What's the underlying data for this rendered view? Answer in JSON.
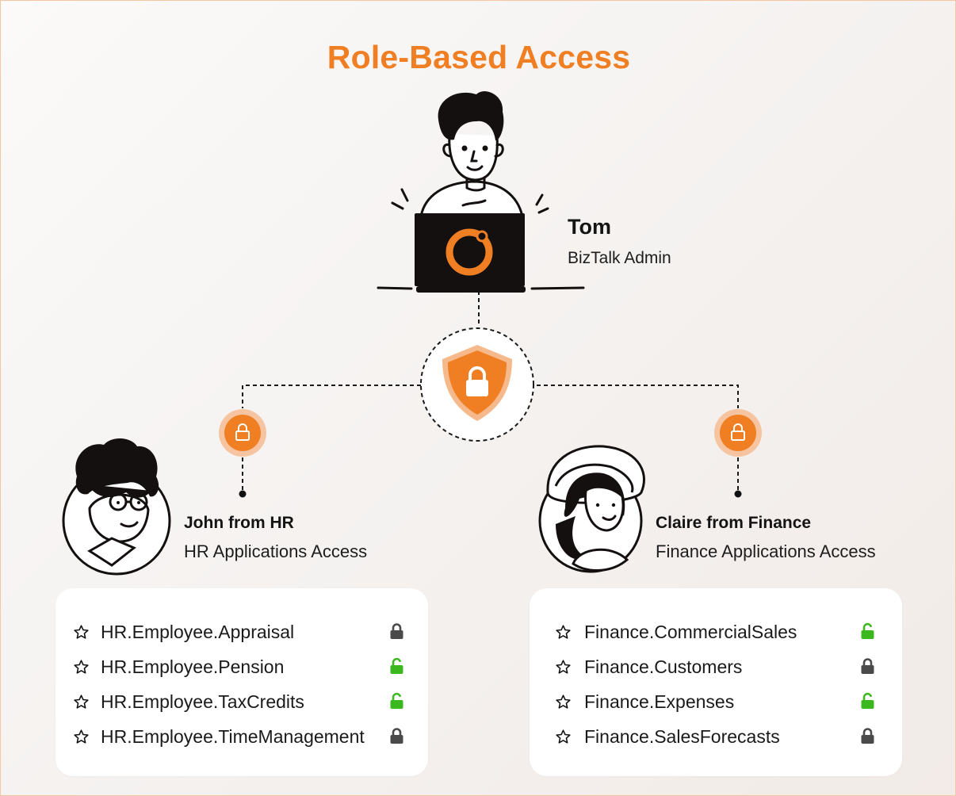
{
  "title": "Role-Based Access",
  "admin": {
    "name": "Tom",
    "role": "BizTalk Admin"
  },
  "users": [
    {
      "name": "John from HR",
      "role": "HR Applications Access",
      "apps": [
        {
          "label": "HR.Employee.Appraisal",
          "access": "locked"
        },
        {
          "label": "HR.Employee.Pension",
          "access": "unlocked"
        },
        {
          "label": "HR.Employee.TaxCredits",
          "access": "unlocked"
        },
        {
          "label": "HR.Employee.TimeManagement",
          "access": "locked"
        }
      ]
    },
    {
      "name": "Claire from Finance",
      "role": "Finance Applications Access",
      "apps": [
        {
          "label": "Finance.CommercialSales",
          "access": "unlocked"
        },
        {
          "label": "Finance.Customers",
          "access": "locked"
        },
        {
          "label": "Finance.Expenses",
          "access": "unlocked"
        },
        {
          "label": "Finance.SalesForecasts",
          "access": "locked"
        }
      ]
    }
  ],
  "colors": {
    "accent": "#f07e22",
    "accent_light": "#f6b98c",
    "locked": "#4a4a4a",
    "unlocked": "#3cb81f",
    "ink": "#141010"
  },
  "icons": {
    "shield": "shield-lock-icon",
    "padlock": "padlock-icon",
    "star": "star-outline-icon",
    "lock_closed": "lock-closed-icon",
    "lock_open": "lock-open-icon"
  }
}
